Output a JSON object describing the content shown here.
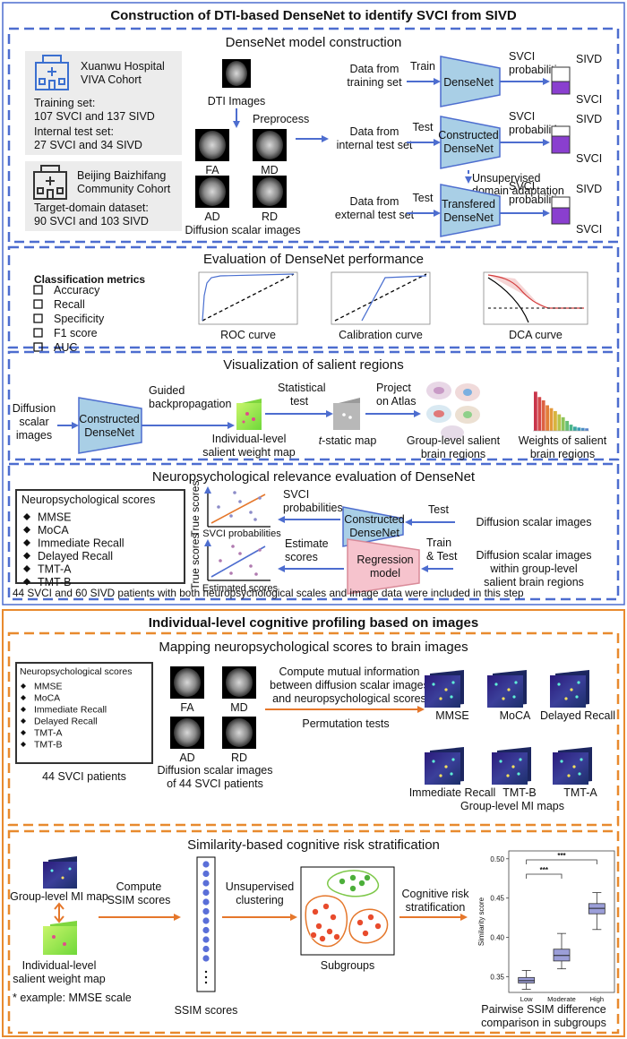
{
  "top": {
    "title": "Construction of DTI-based DenseNet to identify SVCI from SIVD",
    "model": {
      "title": "DenseNet model construction",
      "xuanwu": [
        "Xuanwu Hospital",
        "VIVA Cohort"
      ],
      "training": [
        "Training set:",
        "107 SVCI and 137 SIVD"
      ],
      "internal": [
        "Internal test set:",
        "27 SVCI and 34 SIVD"
      ],
      "beijing": [
        "Beijing Baizhifang",
        "Community Cohort"
      ],
      "target": [
        "Target-domain dataset:",
        "90 SVCI and 103 SIVD"
      ],
      "dti_label": "DTI Images",
      "preprocess": "Preprocess",
      "scalars": [
        "FA",
        "MD",
        "AD",
        "RD"
      ],
      "scalar_caption": "Diffusion scalar images",
      "row1": {
        "source": [
          "Data from",
          "training set"
        ],
        "action": "Train",
        "box": [
          "DenseNet"
        ],
        "prob": [
          "SVCI",
          "probabilities"
        ]
      },
      "row2": {
        "source": [
          "Data from",
          "internal test set"
        ],
        "action": "Test",
        "box": [
          "Constructed",
          "DenseNet"
        ],
        "prob": [
          "SVCI",
          "probabilities"
        ]
      },
      "row3": {
        "source": [
          "Data from",
          "external test set"
        ],
        "action": "Test",
        "box": [
          "Transfered",
          "DenseNet"
        ],
        "prob": [
          "SVCI",
          "probabilities"
        ]
      },
      "uda": [
        "Unsupervised",
        "domain adaptation"
      ],
      "bar_labels": [
        "SIVD",
        "SVCI"
      ]
    },
    "eval": {
      "title": "Evaluation of DenseNet performance",
      "metrics_title": "Classification metrics",
      "metrics": [
        "Accuracy",
        "Recall",
        "Specificity",
        "F1 score",
        "AUC"
      ],
      "roc": "ROC curve",
      "calib": "Calibration curve",
      "dca": "DCA curve"
    },
    "vis": {
      "title": "Visualization of salient regions",
      "input": [
        "Diffusion",
        "scalar",
        "images"
      ],
      "box": [
        "Constructed",
        "DenseNet"
      ],
      "guided": [
        "Guided",
        "backpropagation"
      ],
      "weight_map": [
        "Individual-level",
        "salient weight map"
      ],
      "stat": [
        "Statistical",
        "test"
      ],
      "tmap_italic": "t",
      "tmap_rest": "-static map",
      "project": [
        "Project",
        "on Atlas"
      ],
      "group": [
        "Group-level salient",
        "brain regions"
      ],
      "weights": [
        "Weights of salient",
        "brain regions"
      ]
    },
    "neuro": {
      "title": "Neuropsychological relevance evaluation of DenseNet",
      "scores_title": "Neuropsychological scores",
      "scores": [
        "MMSE",
        "MoCA",
        "Immediate Recall",
        "Delayed Recall",
        "TMT-A",
        "TMT-B"
      ],
      "y_label": "True  scores",
      "plot1_x": "SVCI probabilities",
      "plot2_x": "Estimated scores",
      "prob": [
        "SVCI",
        "probabilities"
      ],
      "test": "Test",
      "input1": "Diffusion scalar images",
      "box1": [
        "Constructed",
        "DenseNet"
      ],
      "estimate": [
        "Estimate",
        "scores"
      ],
      "train_test": [
        "Train",
        "& Test"
      ],
      "box2": [
        "Regression",
        "model"
      ],
      "input2": [
        "Diffusion scalar images",
        "within group-level",
        "salient brain regions"
      ],
      "footnote": "44 SVCI and 60 SIVD patients with both neuropsychological scales and image data were included in this step"
    }
  },
  "bottom": {
    "title": "Individual-level cognitive profiling based on images",
    "mapping": {
      "title": "Mapping neuropsychological scores to brain images",
      "scores_title": "Neuropsychological scores",
      "scores": [
        "MMSE",
        "MoCA",
        "Immediate Recall",
        "Delayed Recall",
        "TMT-A",
        "TMT-B"
      ],
      "patients": "44 SVCI patients",
      "scalars": [
        "FA",
        "MD",
        "AD",
        "RD"
      ],
      "caption": [
        "Diffusion scalar images",
        "of 44 SVCI patients"
      ],
      "compute": [
        "Compute mutual information",
        "between diffusion scalar images",
        "and neuropsychological scores"
      ],
      "perm": "Permutation tests",
      "maps_top": [
        "MMSE",
        "MoCA",
        "Delayed Recall"
      ],
      "maps_bottom": [
        "Immediate Recall",
        "TMT-B",
        "TMT-A"
      ],
      "group_label": "Group-level  MI maps"
    },
    "strat": {
      "title": "Similarity-based cognitive risk stratification",
      "mi_map": "Group-level MI map",
      "weight_map": [
        "Individual-level",
        "salient weight map"
      ],
      "example": "* example: MMSE scale",
      "compute": [
        "Compute",
        "SSIM scores"
      ],
      "ssim_label": "SSIM scores",
      "cluster": [
        "Unsupervised",
        "clustering"
      ],
      "subgroups": "Subgroups",
      "risk": [
        "Cognitive risk",
        "stratification"
      ],
      "pairwise": [
        "Pairwise SSIM difference",
        "comparison in subgroups"
      ],
      "box_ylabel": "Similarity score",
      "sig": "***"
    }
  },
  "chart_data": [
    {
      "type": "box",
      "x_categories": [
        "Low",
        "Moderate",
        "High"
      ],
      "ylabel": "Similarity score",
      "yticks": [
        0.35,
        0.4,
        0.45,
        0.5
      ],
      "ylim": [
        0.33,
        0.51
      ],
      "boxes": [
        {
          "q1": 0.342,
          "median": 0.345,
          "q3": 0.349,
          "min": 0.334,
          "max": 0.358
        },
        {
          "q1": 0.37,
          "median": 0.377,
          "q3": 0.385,
          "min": 0.36,
          "max": 0.405
        },
        {
          "q1": 0.43,
          "median": 0.437,
          "q3": 0.443,
          "min": 0.41,
          "max": 0.457
        }
      ]
    },
    {
      "type": "bar",
      "values": [
        0.95,
        0.82,
        0.74,
        0.62,
        0.55,
        0.48,
        0.4,
        0.33,
        0.24,
        0.15,
        0.1,
        0.08,
        0.07,
        0.06
      ]
    }
  ],
  "colors": {
    "blue_border": "#4d6dcf",
    "orange_border": "#e88a2e",
    "model_box": "#a9cfe6",
    "regression_box": "#f6c3cd",
    "purple": "#8a3fcf",
    "orange_arrow": "#e5772b"
  }
}
